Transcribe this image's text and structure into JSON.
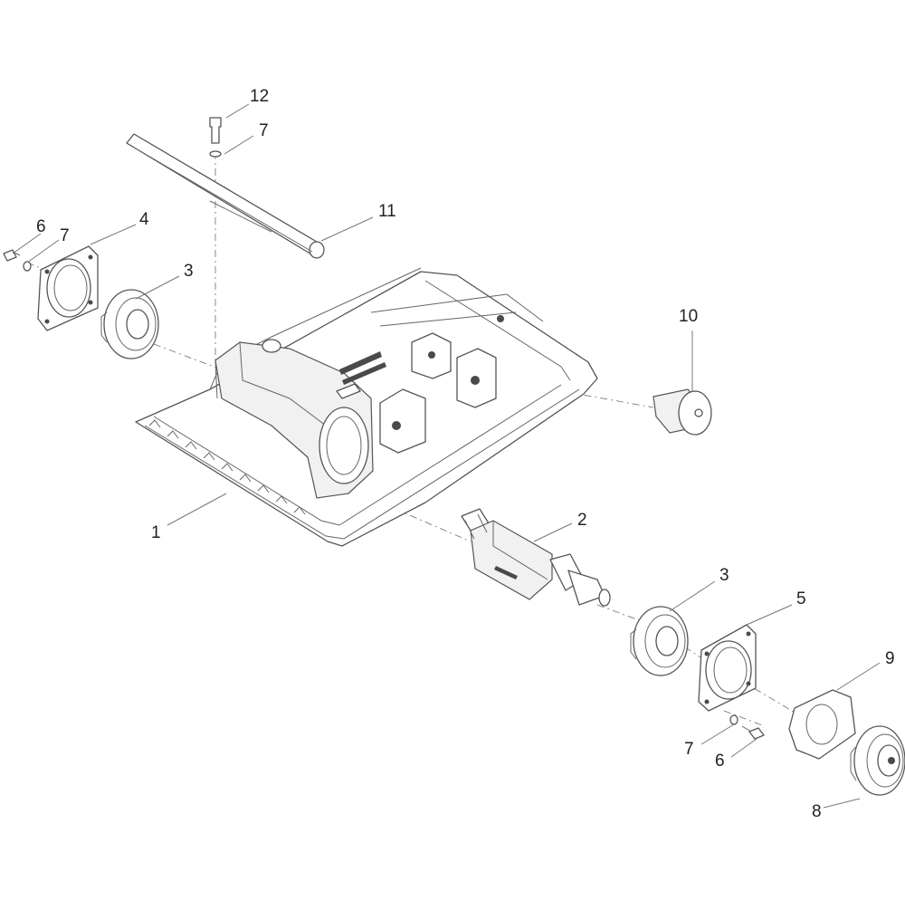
{
  "callouts": {
    "c1": "1",
    "c2": "2",
    "c3a": "3",
    "c3b": "3",
    "c4": "4",
    "c5": "5",
    "c6a": "6",
    "c6b": "6",
    "c7a": "7",
    "c7b": "7",
    "c7c": "7",
    "c8": "8",
    "c9": "9",
    "c10": "10",
    "c11": "11",
    "c12": "12"
  },
  "colors": {
    "line": "#555555",
    "label": "#222222",
    "background": "#ffffff"
  }
}
